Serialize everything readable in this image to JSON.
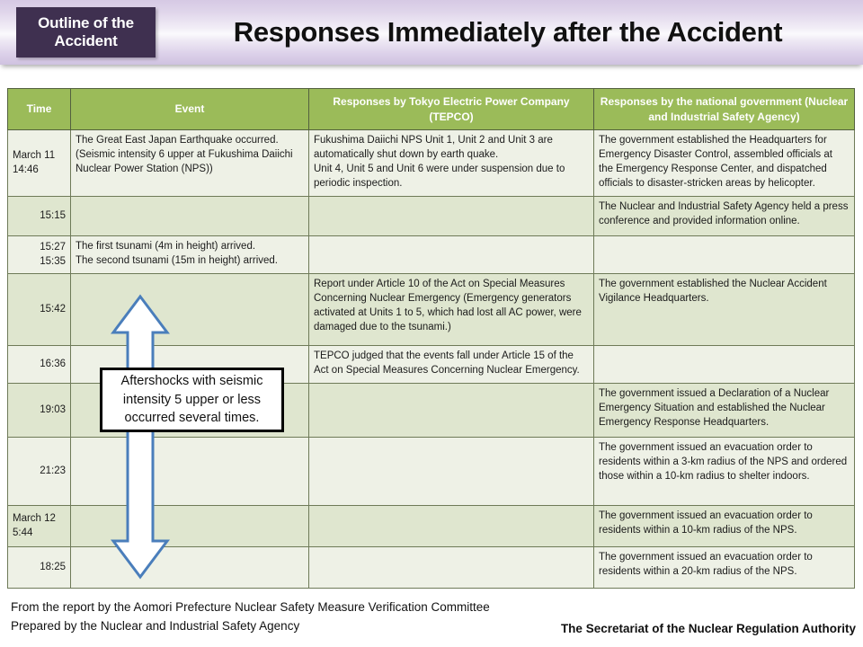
{
  "header": {
    "badge_label": "Outline of the Accident",
    "title": "Responses Immediately after the Accident",
    "badge_color": "#3f3050",
    "band_color": "#d6c9e4"
  },
  "table": {
    "header_color": "#9bbb59",
    "columns": [
      "Time",
      "Event",
      "Responses by Tokyo Electric Power Company (TEPCO)",
      "Responses by the national government (Nuclear and Industrial Safety Agency)"
    ],
    "rows": [
      {
        "time": "March 11\n14:46",
        "time_align": "left",
        "event": "The Great East Japan Earthquake occurred.\n(Seismic intensity 6 upper at Fukushima Daiichi Nuclear Power Station (NPS))",
        "tepco": "Fukushima Daiichi NPS Unit 1, Unit 2 and Unit 3 are automatically shut down by earth quake.\nUnit 4, Unit 5 and Unit 6 were under suspension due to periodic inspection.",
        "gov": "The government established the Headquarters for Emergency Disaster Control, assembled officials at the Emergency Response Center, and dispatched officials to disaster-stricken areas by helicopter."
      },
      {
        "time": "15:15",
        "time_align": "right",
        "event": "",
        "tepco": "",
        "gov": "The Nuclear and Industrial Safety Agency held a press conference and provided information online."
      },
      {
        "time": "15:27\n15:35",
        "time_align": "right",
        "event": "The first tsunami (4m in height) arrived.\nThe second tsunami (15m in height) arrived.",
        "tepco": "",
        "gov": ""
      },
      {
        "time": "15:42",
        "time_align": "right",
        "event": "",
        "tepco": "Report under Article 10 of the Act on Special Measures Concerning Nuclear Emergency (Emergency generators activated at Units 1 to 5, which had lost all AC power, were damaged due to the tsunami.)",
        "gov": "The government established the Nuclear Accident Vigilance Headquarters."
      },
      {
        "time": "16:36",
        "time_align": "right",
        "event": "",
        "tepco": "TEPCO judged that the events fall under Article 15 of the Act on Special Measures Concerning Nuclear Emergency.",
        "gov": ""
      },
      {
        "time": "19:03",
        "time_align": "right",
        "event": "",
        "tepco": "",
        "gov": "The government issued a Declaration of a Nuclear Emergency Situation and established the Nuclear Emergency Response Headquarters."
      },
      {
        "time": "21:23",
        "time_align": "right",
        "event": "",
        "tepco": "",
        "gov": "The government issued an evacuation order to residents within a 3-km radius of the NPS and ordered those within a 10-km radius to shelter indoors."
      },
      {
        "time": "March 12\n5:44",
        "time_align": "left",
        "event": "",
        "tepco": "",
        "gov": "The government issued an evacuation order to residents within a 10-km radius of the NPS."
      },
      {
        "time": "18:25",
        "time_align": "right",
        "event": "",
        "tepco": "",
        "gov": "The government issued an evacuation order to residents within a 20-km radius of the NPS."
      }
    ]
  },
  "annotation": {
    "callout_text": "Aftershocks with seismic intensity 5 upper or less occurred several times.",
    "arrow_color": "#4a7ebb",
    "arrow_fill": "#ffffff"
  },
  "footer": {
    "line1": "From the report by the Aomori Prefecture Nuclear Safety Measure Verification Committee",
    "line2": "Prepared by the Nuclear and Industrial Safety Agency",
    "right": "The Secretariat of the Nuclear Regulation Authority"
  }
}
